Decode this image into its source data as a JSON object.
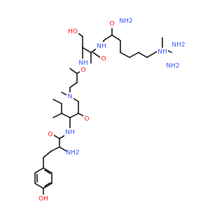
{
  "atom_labels": {
    "nh2_amide": "NH2",
    "o_amide_top": "O",
    "nh_arg": "NH",
    "oh_ser": "HO",
    "o_arg_carbonyl": "O",
    "nh_ser": "NH",
    "nh_guan": "NH",
    "nh2_guan_top": "NH2",
    "nh2_guan_bottom": "NH2",
    "o_gly_carbonyl": "O",
    "n_methyl": "N",
    "o_ile_carbonyl": "O",
    "nh_ile": "NH",
    "nh2_tyr": "NH2",
    "o_tyr_carbonyl": "O",
    "oh_phenol": "OH"
  },
  "colors": {
    "nitrogen": "#3050f8",
    "oxygen": "#ff0d0d",
    "carbon": "#000000"
  }
}
